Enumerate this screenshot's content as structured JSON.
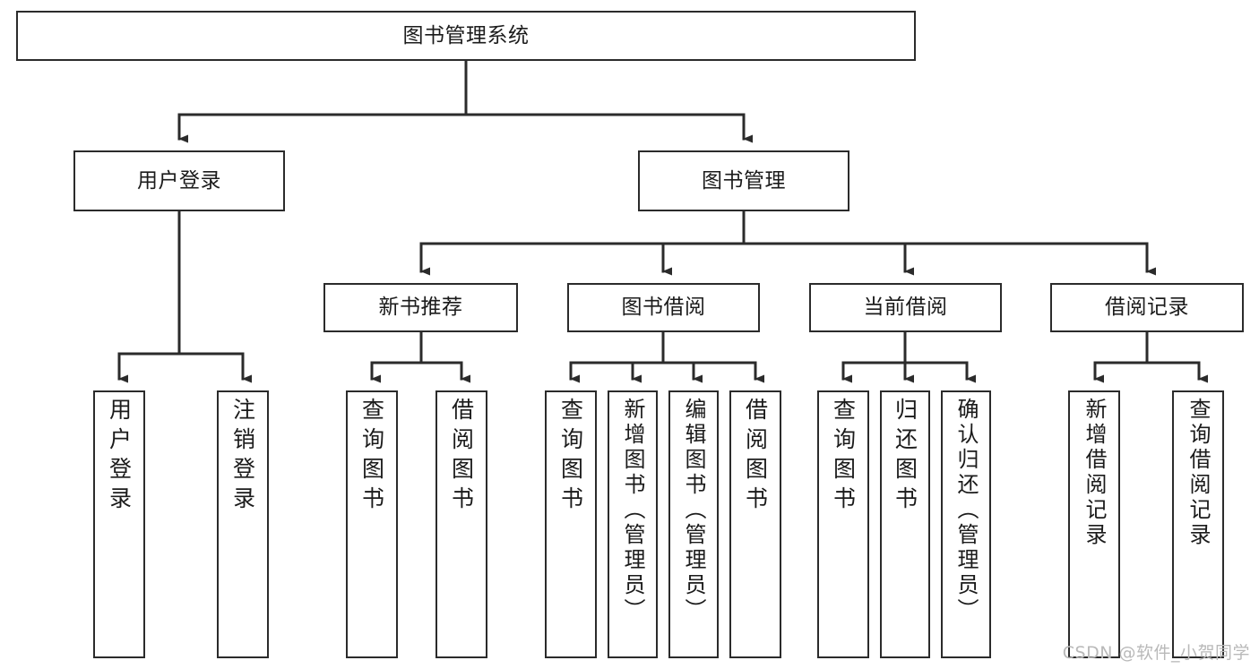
{
  "diagram": {
    "title": "图书管理系统",
    "type": "functional-structure-tree",
    "colors": {
      "box_border": "#2b2b2b",
      "box_fill": "#ffffff",
      "connector": "#2b2b2b",
      "text": "#1b1b1b",
      "watermark": "#b9b9b9",
      "background": "#ffffff"
    }
  },
  "watermark": {
    "text": "CSDN @软件_小贺同学"
  },
  "nodes": {
    "root": {
      "label": "图书管理系统"
    },
    "level2": [
      {
        "id": "user-login",
        "label": "用户登录"
      },
      {
        "id": "book-management",
        "label": "图书管理"
      }
    ],
    "level3": [
      {
        "id": "new-book-recommend",
        "label": "新书推荐"
      },
      {
        "id": "book-borrow",
        "label": "图书借阅"
      },
      {
        "id": "current-borrow",
        "label": "当前借阅"
      },
      {
        "id": "borrow-record",
        "label": "借阅记录"
      }
    ],
    "leaves": [
      {
        "id": "leaf-user-login",
        "label": "用户登录",
        "parent": "用户登录"
      },
      {
        "id": "leaf-user-logout",
        "label": "注销登录",
        "parent": "用户登录"
      },
      {
        "id": "leaf-query-book-new",
        "label": "查询图书",
        "parent": "新书推荐"
      },
      {
        "id": "leaf-borrow-book-new",
        "label": "借阅图书",
        "parent": "新书推荐"
      },
      {
        "id": "leaf-query-book-borrow",
        "label": "查询图书",
        "parent": "图书借阅"
      },
      {
        "id": "leaf-add-book-admin",
        "label": "新增图书（管理员）",
        "parent": "图书借阅"
      },
      {
        "id": "leaf-edit-book-admin",
        "label": "编辑图书（管理员）",
        "parent": "图书借阅"
      },
      {
        "id": "leaf-borrow-book",
        "label": "借阅图书",
        "parent": "图书借阅"
      },
      {
        "id": "leaf-query-book-current",
        "label": "查询图书",
        "parent": "当前借阅"
      },
      {
        "id": "leaf-return-book",
        "label": "归还图书",
        "parent": "当前借阅"
      },
      {
        "id": "leaf-confirm-return-admin",
        "label": "确认归还（管理员）",
        "parent": "当前借阅"
      },
      {
        "id": "leaf-add-borrow-record",
        "label": "新增借阅记录",
        "parent": "借阅记录"
      },
      {
        "id": "leaf-query-borrow-record",
        "label": "查询借阅记录",
        "parent": "借阅记录"
      }
    ]
  }
}
